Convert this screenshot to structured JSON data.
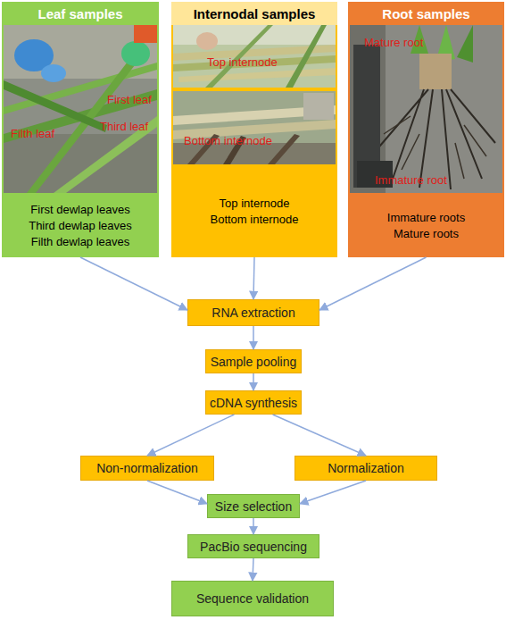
{
  "diagram": {
    "nodes": [
      {
        "text": [
          "Leaf samples",
          "First dewlap leaves",
          "Third dewlap leaves",
          "Filth dewlap leaves"
        ]
      },
      {
        "text": [
          "Internodal samples",
          "Top internode",
          "Bottom internode"
        ]
      },
      {
        "text": [
          "Root samples",
          "Immature roots",
          "Mature roots"
        ]
      },
      {
        "text": [
          "RNA extraction"
        ]
      },
      {
        "text": [
          "Sample pooling"
        ]
      },
      {
        "text": [
          "cDNA synthesis"
        ]
      },
      {
        "text": [
          "Non-normalization"
        ]
      },
      {
        "text": [
          "Normalization"
        ]
      },
      {
        "text": [
          "Size selection"
        ]
      },
      {
        "text": [
          "PacBio sequencing"
        ]
      },
      {
        "text": [
          "Sequence validation"
        ]
      }
    ],
    "edges": [
      {
        "from": 0,
        "to": 3,
        "arrow": "to"
      },
      {
        "from": 1,
        "to": 3,
        "arrow": "to"
      },
      {
        "from": 2,
        "to": 3,
        "arrow": "to"
      },
      {
        "from": 3,
        "to": 4,
        "arrow": "to"
      },
      {
        "from": 4,
        "to": 5,
        "arrow": "to"
      },
      {
        "from": 5,
        "to": 6,
        "arrow": "to"
      },
      {
        "from": 5,
        "to": 7,
        "arrow": "to"
      },
      {
        "from": 6,
        "to": 8,
        "arrow": "to"
      },
      {
        "from": 7,
        "to": 8,
        "arrow": "to"
      },
      {
        "from": 8,
        "to": 9,
        "arrow": "to"
      },
      {
        "from": 9,
        "to": 10,
        "arrow": "to"
      }
    ],
    "labels": [
      "Filth leaf",
      "First leaf",
      "Third leaf",
      "Top internode",
      "Bottom internode",
      "Mature root",
      "Immature root"
    ]
  }
}
